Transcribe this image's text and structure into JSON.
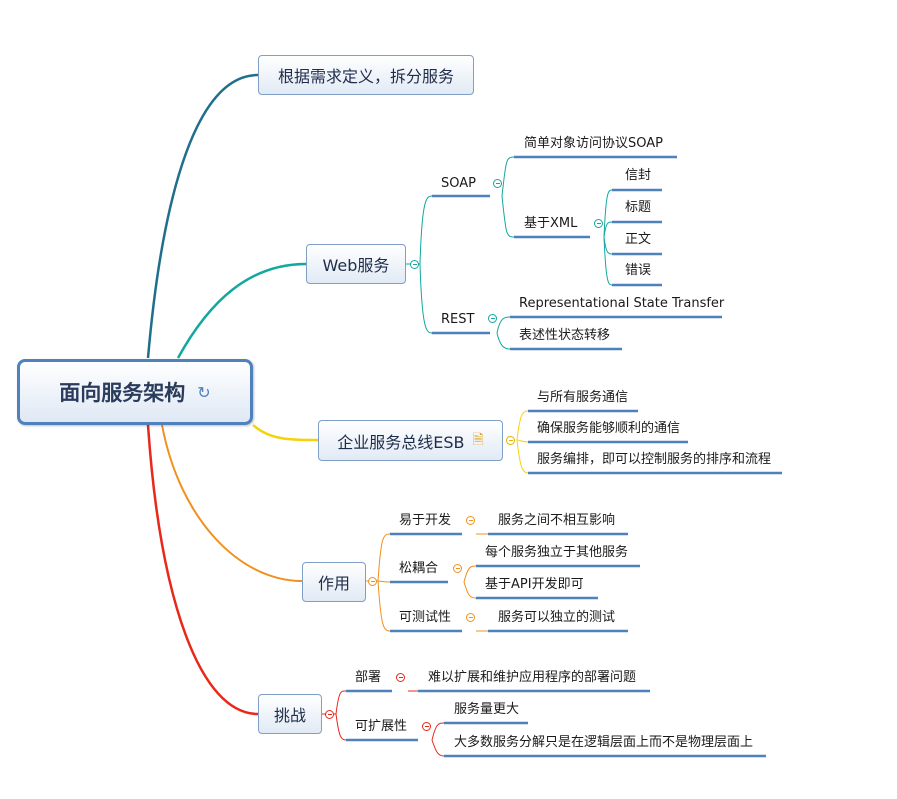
{
  "root": {
    "title": "面向服务架构",
    "icon": "refresh-arrow-icon"
  },
  "branches": {
    "define": {
      "label": "根据需求定义，拆分服务",
      "color": "#1f6f8b"
    },
    "web": {
      "label": "Web服务",
      "color": "#13a89e",
      "soap": {
        "label": "SOAP",
        "items": {
          "simple": "简单对象访问协议SOAP",
          "xml": "基于XML"
        },
        "xml_items": [
          "信封",
          "标题",
          "正文",
          "错误"
        ]
      },
      "rest": {
        "label": "REST",
        "items": [
          "Representational State Transfer",
          "表述性状态转移"
        ]
      }
    },
    "esb": {
      "label": "企业服务总线ESB",
      "icon": "note-icon",
      "color": "#f5d20a",
      "items": [
        "与所有服务通信",
        "确保服务能够顺利的通信",
        "服务编排，即可以控制服务的排序和流程"
      ]
    },
    "role": {
      "label": "作用",
      "color": "#f0901e",
      "easy": {
        "label": "易于开发",
        "items": [
          "服务之间不相互影响"
        ]
      },
      "loose": {
        "label": "松耦合",
        "items": [
          "每个服务独立于其他服务",
          "基于API开发即可"
        ]
      },
      "test": {
        "label": "可测试性",
        "items": [
          "服务可以独立的测试"
        ]
      }
    },
    "challenge": {
      "label": "挑战",
      "color": "#e8281a",
      "deploy": {
        "label": "部署",
        "items": [
          "难以扩展和维护应用程序的部署问题"
        ]
      },
      "scale": {
        "label": "可扩展性",
        "items": [
          "服务量更大",
          "大多数服务分解只是在逻辑层面上而不是物理层面上"
        ]
      }
    }
  },
  "colors": {
    "underline": "#4f81bd",
    "node_border": "#7f9fc6"
  }
}
